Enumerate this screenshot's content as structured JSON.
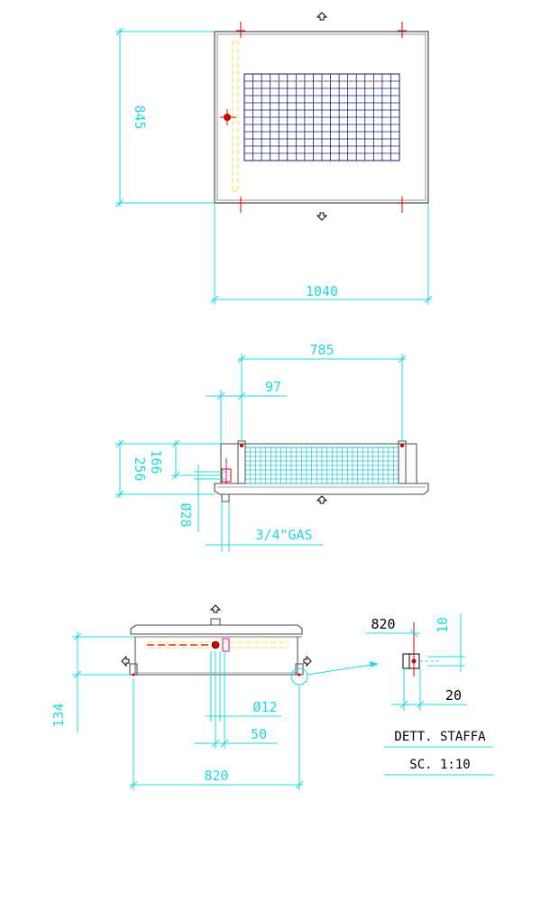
{
  "colors": {
    "dimension": "#1fd8e0",
    "outline": "#4a4a4a",
    "coil": "#20c4d8",
    "pipe": "#ffe24d",
    "red": "#d40000",
    "magenta": "#d000d0",
    "text": "#000000"
  },
  "top_view": {
    "dim_width": "1040",
    "dim_height": "845"
  },
  "front_view": {
    "dim_total": "785",
    "dim_offset": "97",
    "dim_height": "256",
    "dim_inner": "166",
    "dim_diameter": "Ø28",
    "dim_thread": "3/4\"GAS"
  },
  "side_view": {
    "dim_width": "820",
    "dim_height": "134",
    "dim_diameter": "Ø12",
    "dim_pipe": "50"
  },
  "bracket_detail": {
    "dim_820": "820",
    "dim_10": "10",
    "dim_20": "20",
    "title": "DETT. STAFFA",
    "scale": "SC. 1:10"
  }
}
